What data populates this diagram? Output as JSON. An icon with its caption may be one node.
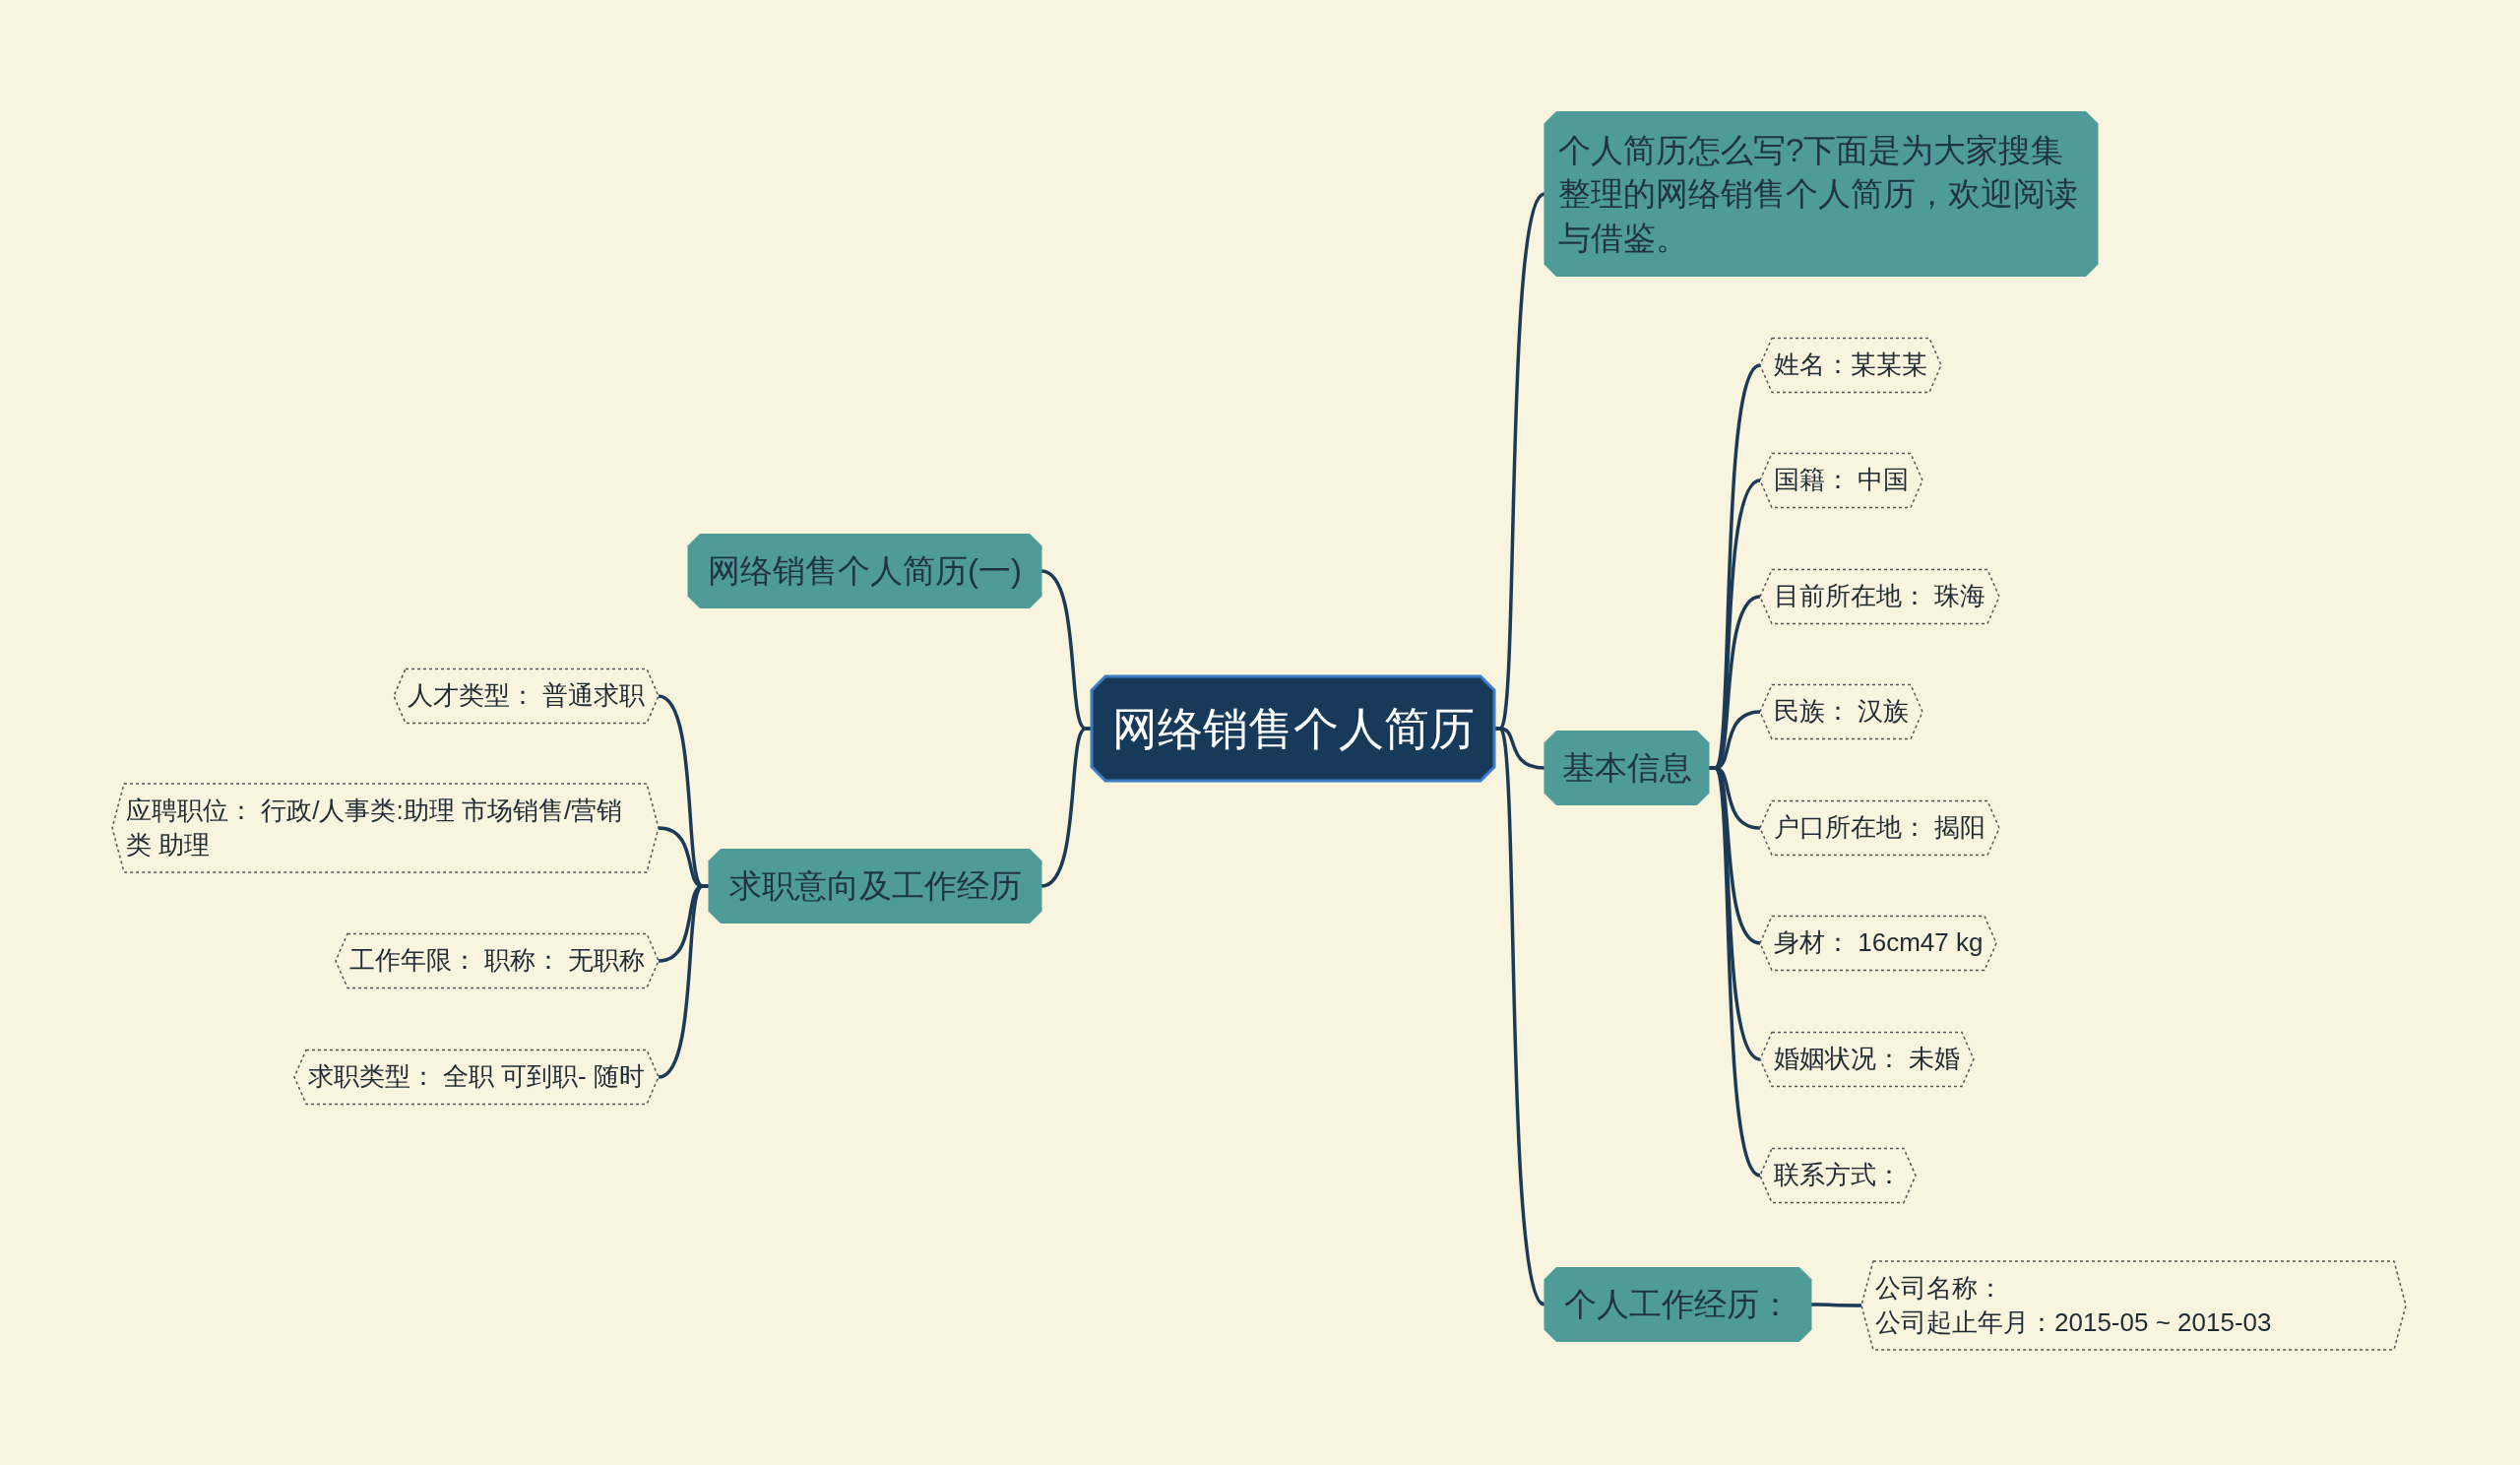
{
  "diagram": {
    "nodes": [
      {
        "text": [
          "网络销售个人简历"
        ]
      },
      {
        "text": [
          "网络销售个人简历(一)"
        ]
      },
      {
        "text": [
          "求职意向及工作经历"
        ]
      },
      {
        "text": [
          "人才类型：  普通求职"
        ]
      },
      {
        "text": [
          "应聘职位：  行政/人事类:助理 市场销售/营销类 助理"
        ]
      },
      {
        "text": [
          "工作年限：  职称：  无职称"
        ]
      },
      {
        "text": [
          "求职类型：  全职 可到职- 随时"
        ]
      },
      {
        "text": [
          "个人简历怎么写?下面是为大家搜集整理的网络销售个人简历，欢迎阅读与借鉴。"
        ]
      },
      {
        "text": [
          "基本信息"
        ]
      },
      {
        "text": [
          "姓名：某某某"
        ]
      },
      {
        "text": [
          "国籍：  中国"
        ]
      },
      {
        "text": [
          "目前所在地：  珠海"
        ]
      },
      {
        "text": [
          "民族：  汉族"
        ]
      },
      {
        "text": [
          "户口所在地：  揭阳"
        ]
      },
      {
        "text": [
          "身材：  16cm47 kg"
        ]
      },
      {
        "text": [
          "婚姻状况：  未婚"
        ]
      },
      {
        "text": [
          "联系方式："
        ]
      },
      {
        "text": [
          "个人工作经历："
        ]
      },
      {
        "text": [
          "公司名称：",
          "公司起止年月：2015-05  ~  2015-03"
        ]
      }
    ],
    "edges": [
      {
        "from": 0,
        "to": 1,
        "arrow": "none"
      },
      {
        "from": 0,
        "to": 2,
        "arrow": "none"
      },
      {
        "from": 2,
        "to": 3,
        "arrow": "none"
      },
      {
        "from": 2,
        "to": 4,
        "arrow": "none"
      },
      {
        "from": 2,
        "to": 5,
        "arrow": "none"
      },
      {
        "from": 2,
        "to": 6,
        "arrow": "none"
      },
      {
        "from": 0,
        "to": 7,
        "arrow": "none"
      },
      {
        "from": 0,
        "to": 8,
        "arrow": "none"
      },
      {
        "from": 8,
        "to": 9,
        "arrow": "none"
      },
      {
        "from": 8,
        "to": 10,
        "arrow": "none"
      },
      {
        "from": 8,
        "to": 11,
        "arrow": "none"
      },
      {
        "from": 8,
        "to": 12,
        "arrow": "none"
      },
      {
        "from": 8,
        "to": 13,
        "arrow": "none"
      },
      {
        "from": 8,
        "to": 14,
        "arrow": "none"
      },
      {
        "from": 8,
        "to": 15,
        "arrow": "none"
      },
      {
        "from": 8,
        "to": 16,
        "arrow": "none"
      },
      {
        "from": 0,
        "to": 17,
        "arrow": "none"
      },
      {
        "from": 17,
        "to": 18,
        "arrow": "none"
      }
    ]
  }
}
